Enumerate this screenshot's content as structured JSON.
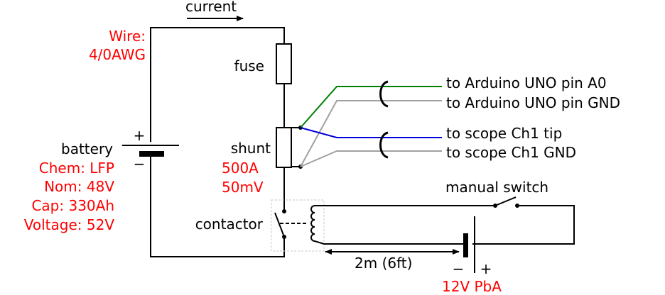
{
  "labels": {
    "current": "current",
    "wire_title": "Wire:",
    "wire_gauge": "4/0AWG",
    "fuse": "fuse",
    "battery": "battery",
    "battery_plus": "+",
    "battery_minus": "−",
    "battery_specs": [
      "Chem: LFP",
      "Nom: 48V",
      "Cap: 330Ah",
      "Voltage: 52V"
    ],
    "shunt": "shunt",
    "shunt_rating_current": "500A",
    "shunt_rating_voltage": "50mV",
    "contactor": "contactor",
    "manual_switch": "manual switch",
    "distance": "2m (6ft)",
    "aux_minus": "−",
    "aux_plus": "+",
    "aux_battery": "12V PbA"
  },
  "signals": [
    {
      "label": "to Arduino UNO pin A0",
      "color": "#008000"
    },
    {
      "label": "to Arduino UNO pin GND",
      "color": "#a0a0a0"
    },
    {
      "label": "to scope Ch1 tip",
      "color": "#0000dd"
    },
    {
      "label": "to scope Ch1 GND",
      "color": "#a0a0a0"
    }
  ],
  "colors": {
    "annotation": "#ff0000",
    "wire": "#000000",
    "enclosure": "#c8c8c8"
  }
}
